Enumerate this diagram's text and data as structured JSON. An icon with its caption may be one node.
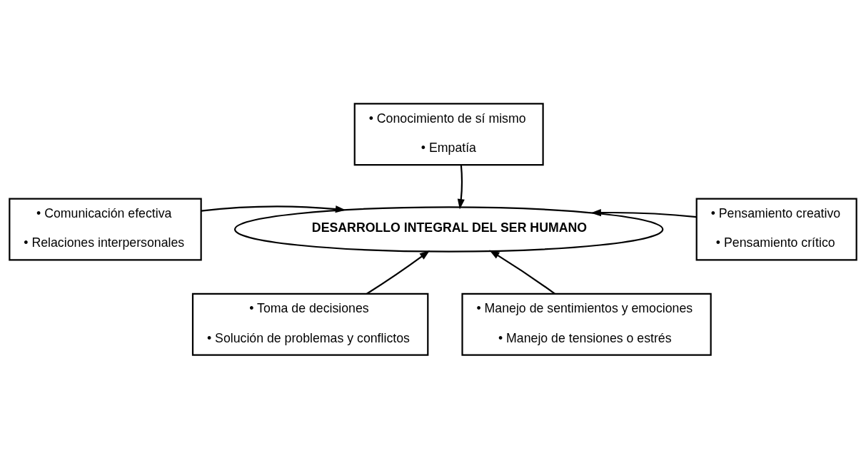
{
  "diagram": {
    "nodes": [
      {
        "text": [
          "• Conocimiento de sí mismo",
          "• Empatía"
        ]
      },
      {
        "text": [
          "• Comunicación efectiva",
          "• Relaciones interpersonales"
        ]
      },
      {
        "text": [
          "DESARROLLO INTEGRAL DEL SER HUMANO"
        ]
      },
      {
        "text": [
          "• Pensamiento creativo",
          "• Pensamiento crítico"
        ]
      },
      {
        "text": [
          "• Toma de decisiones",
          "• Solución de problemas y conflictos"
        ]
      },
      {
        "text": [
          "• Manejo de sentimientos y emociones",
          "• Manejo de tensiones o estrés"
        ]
      }
    ],
    "edges": [
      {
        "from": 0,
        "to": 2,
        "arrow": "to"
      },
      {
        "from": 1,
        "to": 2,
        "arrow": "to"
      },
      {
        "from": 3,
        "to": 2,
        "arrow": "to"
      },
      {
        "from": 4,
        "to": 2,
        "arrow": "to"
      },
      {
        "from": 5,
        "to": 2,
        "arrow": "to"
      }
    ]
  }
}
